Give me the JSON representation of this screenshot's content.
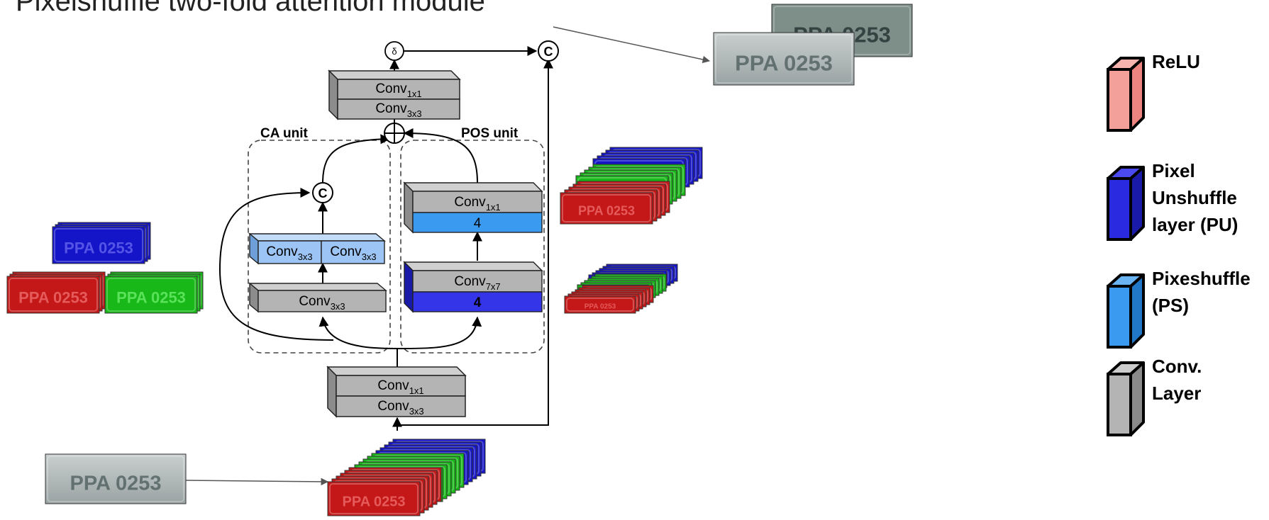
{
  "title": "Pixelshuffle two-fold attention module",
  "symbols": {
    "sigma": "δ",
    "concat": "C"
  },
  "units": {
    "ca": "CA unit",
    "pos": "POS unit"
  },
  "blocks": {
    "top_conv": {
      "line1": "Conv",
      "sub1": "1x1",
      "line2": "Conv",
      "sub2": "3x3"
    },
    "bottom_conv": {
      "line1": "Conv",
      "sub1": "1x1",
      "line2": "Conv",
      "sub2": "3x3"
    },
    "ca_small_left": {
      "text": "Conv",
      "sub": "3x3"
    },
    "ca_small_right": {
      "text": "Conv",
      "sub": "3x3"
    },
    "ca_conv": {
      "text": "Conv",
      "sub": "3x3"
    },
    "pos_upper": {
      "text": "Conv",
      "sub": "1x1",
      "band": "4"
    },
    "pos_lower": {
      "text": "Conv",
      "sub": "7x7",
      "band": "4"
    }
  },
  "plate_text": "PPA 0253",
  "legend": [
    {
      "line1": "ReLU",
      "line2": "",
      "line3": "",
      "color": "#f4a09a",
      "side": "#ee8480",
      "top": "#f7b4ae"
    },
    {
      "line1": "Pixel",
      "line2": "Unshuffle",
      "line3": "layer (PU)",
      "color": "#2a2ae0",
      "side": "#1a1aa8",
      "top": "#4a4af0"
    },
    {
      "line1": "Pixeshuffle",
      "line2": "(PS)",
      "line3": "",
      "color": "#3a9af0",
      "side": "#2278c8",
      "top": "#6ab4f4"
    },
    {
      "line1": "Conv.",
      "line2": "Layer",
      "line3": "",
      "color": "#b4b4b4",
      "side": "#8a8a8a",
      "top": "#cccccc"
    }
  ],
  "colors": {
    "conv": "#b4b4b4",
    "pixelshuffle": "#3a9af0",
    "unshuffle": "#2a2ae0",
    "light_blue": "#9cc4f4"
  }
}
